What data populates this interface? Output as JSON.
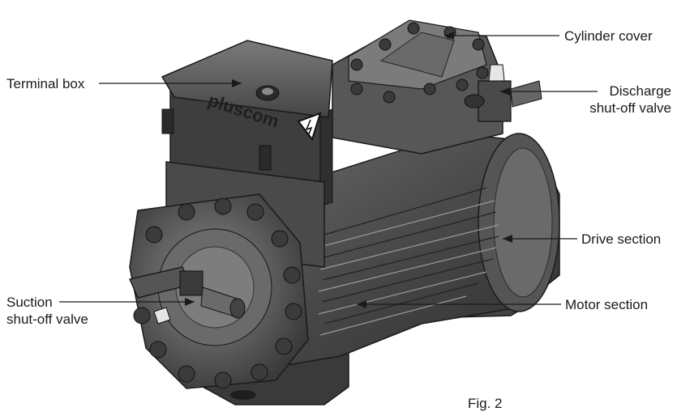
{
  "callouts": {
    "cylinder_cover": "Cylinder cover",
    "terminal_box": "Terminal box",
    "discharge_valve_line1": "Discharge",
    "discharge_valve_line2": "shut-off valve",
    "drive_section": "Drive section",
    "suction_valve_line1": "Suction",
    "suction_valve_line2": "shut-off valve",
    "motor_section": "Motor section"
  },
  "figure": {
    "caption": "Fig. 2",
    "brand": "pluscom"
  },
  "colors": {
    "line": "#1a1a1a",
    "body_dark": "#3c3c3c",
    "body_mid": "#5a5a5a",
    "body_light": "#8a8a8a",
    "highlight": "#b8b8b8"
  }
}
